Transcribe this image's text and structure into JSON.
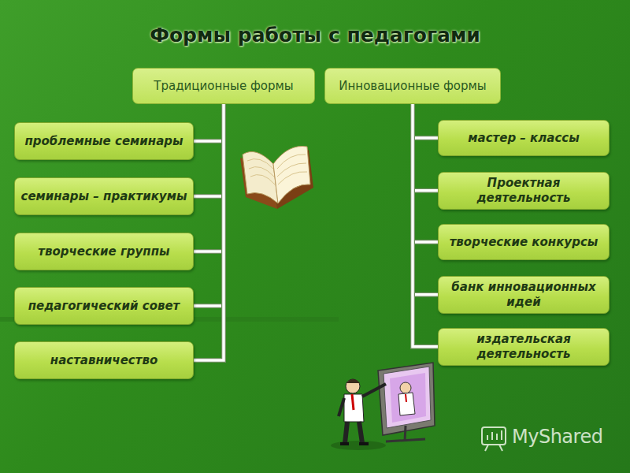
{
  "diagram": {
    "title": "Формы работы с педагогами",
    "nodes": [
      {
        "text": [
          "Традиционные формы"
        ]
      },
      {
        "text": [
          "Инновационные формы"
        ]
      },
      {
        "text": [
          "проблемные семинары"
        ]
      },
      {
        "text": [
          "семинары – практикумы"
        ]
      },
      {
        "text": [
          "творческие группы"
        ]
      },
      {
        "text": [
          "педагогический совет"
        ]
      },
      {
        "text": [
          "наставничество"
        ]
      },
      {
        "text": [
          "мастер – классы"
        ]
      },
      {
        "text": [
          "Проектная деятельность"
        ]
      },
      {
        "text": [
          "творческие конкурсы"
        ]
      },
      {
        "text": [
          "банк инновационных идей"
        ]
      },
      {
        "text": [
          "издательская деятельность"
        ]
      }
    ],
    "edges": [
      {
        "from": 0,
        "to": 2,
        "arrow": "none"
      },
      {
        "from": 0,
        "to": 3,
        "arrow": "none"
      },
      {
        "from": 0,
        "to": 4,
        "arrow": "none"
      },
      {
        "from": 0,
        "to": 5,
        "arrow": "none"
      },
      {
        "from": 0,
        "to": 6,
        "arrow": "none"
      },
      {
        "from": 1,
        "to": 7,
        "arrow": "none"
      },
      {
        "from": 1,
        "to": 8,
        "arrow": "none"
      },
      {
        "from": 1,
        "to": 9,
        "arrow": "none"
      },
      {
        "from": 1,
        "to": 10,
        "arrow": "none"
      },
      {
        "from": 1,
        "to": 11,
        "arrow": "none"
      }
    ],
    "labels": [
      "MyShared"
    ]
  }
}
